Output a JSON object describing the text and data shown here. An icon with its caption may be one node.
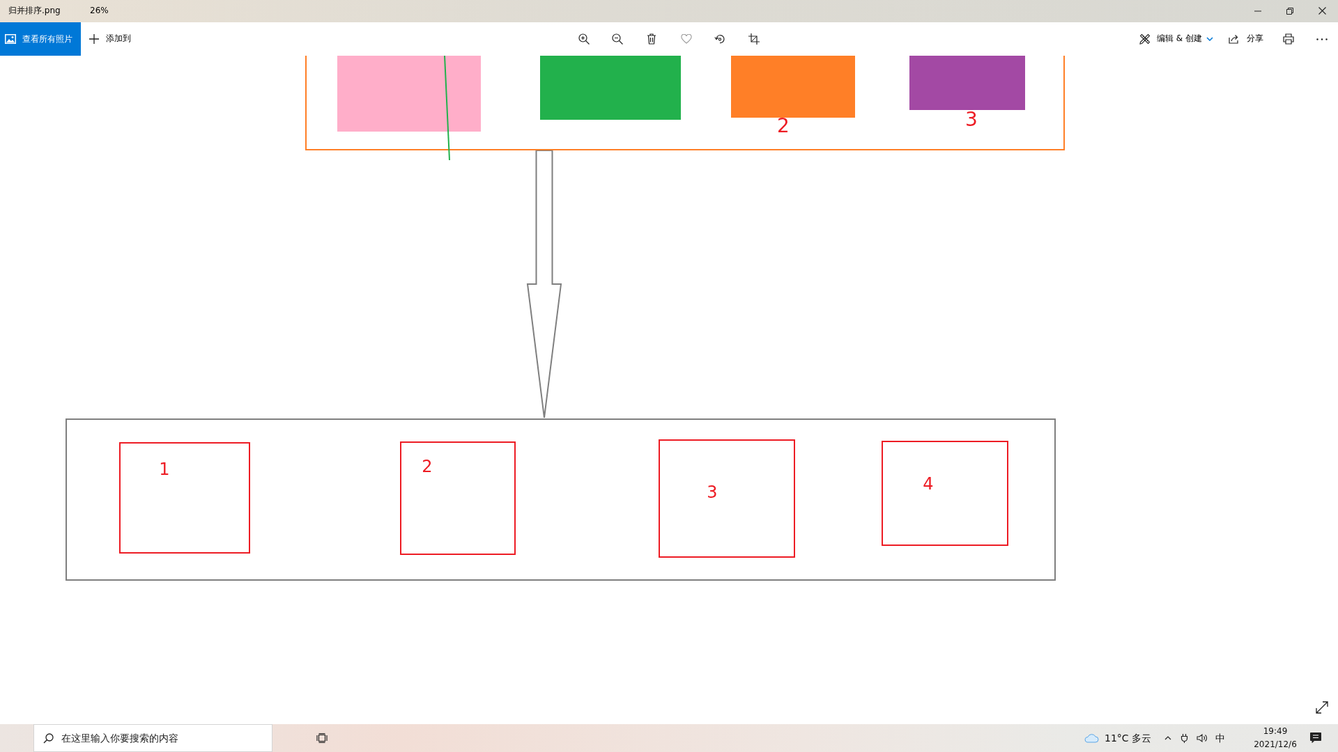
{
  "diagram": {
    "nodes": [
      {
        "text": [],
        "shape": "box"
      },
      {
        "text": [],
        "shape": "box",
        "in": 0
      },
      {
        "text": [],
        "shape": "box",
        "in": 0
      },
      {
        "text": [],
        "shape": "box",
        "in": 0,
        "beside": [
          "2"
        ]
      },
      {
        "text": [],
        "shape": "box",
        "in": 0,
        "beside": [
          "3"
        ]
      },
      {
        "text": [],
        "shape": "box"
      },
      {
        "text": [
          "1"
        ],
        "in": 5
      },
      {
        "text": [
          "2"
        ],
        "in": 5
      },
      {
        "text": [
          "3"
        ],
        "in": 5
      },
      {
        "text": [
          "4"
        ],
        "in": 5
      }
    ],
    "edges": [
      {
        "from": 0,
        "to": 5,
        "arrow": "to"
      }
    ],
    "labels": [
      "归并排序.png",
      "26%",
      "查看所有照片",
      "添加到",
      "编辑 & 创建",
      "分享",
      "在这里输入你要搜索的内容",
      "11°C",
      "多云",
      "中",
      "19:49",
      "2021/12/6"
    ]
  }
}
